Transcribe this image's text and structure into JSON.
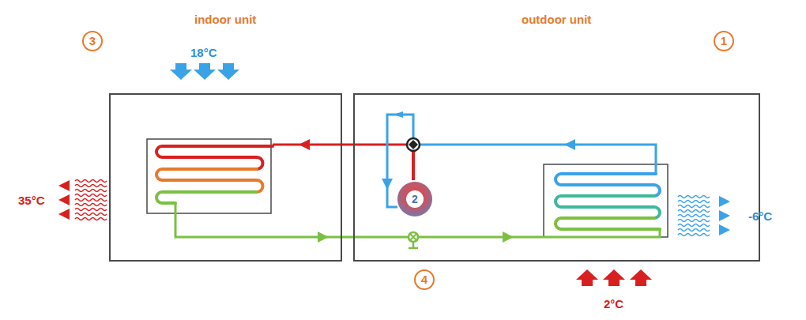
{
  "diagram": {
    "nodes": [
      {
        "text": [
          "indoor unit"
        ]
      },
      {
        "text": [
          "outdoor unit"
        ]
      },
      {
        "text": [
          "2"
        ],
        "in": 1
      }
    ],
    "labels": [
      "18°C",
      "35°C",
      "-6°C",
      "2°C",
      "3",
      "1",
      "4"
    ]
  }
}
